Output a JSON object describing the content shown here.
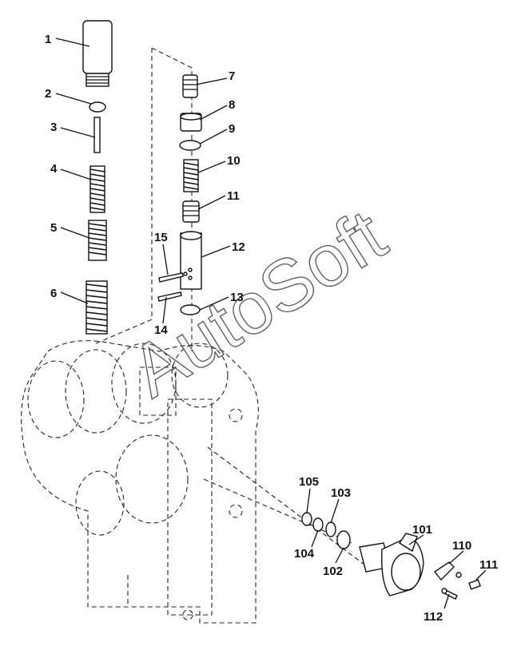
{
  "watermark": "AutoSoft",
  "callouts": [
    "1",
    "2",
    "3",
    "4",
    "5",
    "6",
    "7",
    "8",
    "9",
    "10",
    "11",
    "12",
    "13",
    "14",
    "15",
    "101",
    "102",
    "103",
    "104",
    "105",
    "110",
    "111",
    "112"
  ]
}
